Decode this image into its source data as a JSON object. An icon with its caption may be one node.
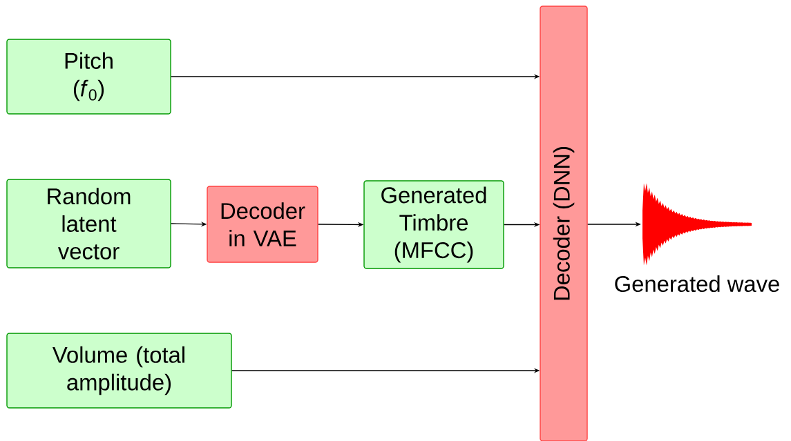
{
  "diagram": {
    "nodes": [
      {
        "text": [
          "Pitch (*f*$_{0}$)"
        ]
      },
      {
        "text": [
          "Random latent vector"
        ]
      },
      {
        "text": [
          "Decoder in VAE"
        ]
      },
      {
        "text": [
          "Generated Timbre (MFCC)"
        ]
      },
      {
        "text": [
          "Volume (total amplitude)"
        ]
      },
      {
        "text": [
          "Decoder (DNN)"
        ]
      },
      {
        "text": [],
        "shape": "picture",
        "beside": [
          "Generated wave"
        ]
      }
    ],
    "edges": [
      {
        "from": 0,
        "to": 5,
        "arrow": "to"
      },
      {
        "from": 1,
        "to": 2,
        "arrow": "to"
      },
      {
        "from": 2,
        "to": 3,
        "arrow": "to"
      },
      {
        "from": 3,
        "to": 5,
        "arrow": "to"
      },
      {
        "from": 4,
        "to": 5,
        "arrow": "to"
      },
      {
        "from": 5,
        "to": 6,
        "arrow": "to"
      }
    ]
  }
}
